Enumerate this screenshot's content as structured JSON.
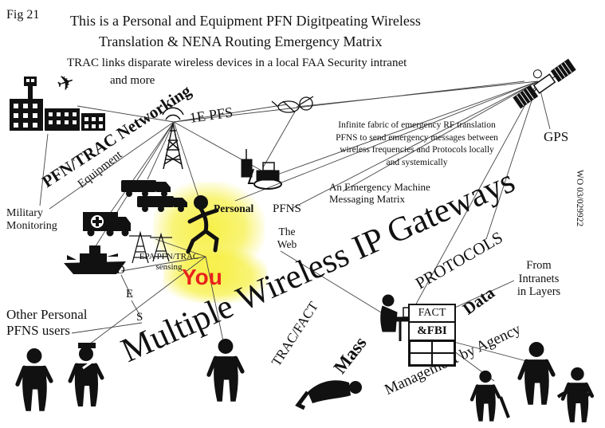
{
  "figure": {
    "label": "Fig 21",
    "title_line1": "This is a Personal and Equipment PFN Digitpeating Wireless",
    "title_line2": "Translation  & NENA Routing Emergency Matrix",
    "subtitle_line1": "TRAC links disparate wireless devices in a local FAA Security intranet",
    "subtitle_line2": "and more",
    "patent_number": "WO 03/029922"
  },
  "labels": {
    "pfn_trac_networking": "PFN/TRAC Networking",
    "equipment": "Equipment",
    "ie_pfs": "1E PFS",
    "gps": "GPS",
    "infinite_fabric": "Infinite fabric of emergency RF translation PFNS to send emergency messages between wireless frequencies and Protocols locally and systemically",
    "emergency_machine": "An Emergency Machine\nMessaging Matrix",
    "military_monitoring": "Military\nMonitoring",
    "personal": "Personal",
    "pfns": "PFNS",
    "the_web": "The\nWeb",
    "epa_sensing": "EPA PFN/TRAC\nsensing",
    "you": "You",
    "des": [
      "D",
      "E",
      "S"
    ],
    "other_personal": "Other Personal\nPFNS users",
    "gateways": "Multiple Wireless IP Gateways",
    "trac_fact": "TRAC/FACT",
    "mass": "Mass",
    "protocols": "PROTOCOLS",
    "data": "Data",
    "fact": "FACT",
    "fbi": "&FBI",
    "from_intranets": "From\nIntranets\nin Layers",
    "management": "Management by Agency"
  },
  "icons": {
    "airplane_glyph": "✈"
  },
  "colors": {
    "ink": "#111111",
    "background": "#ffffff",
    "you_red": "#e8231d",
    "highlight_yellow": "#f6ef3c"
  }
}
